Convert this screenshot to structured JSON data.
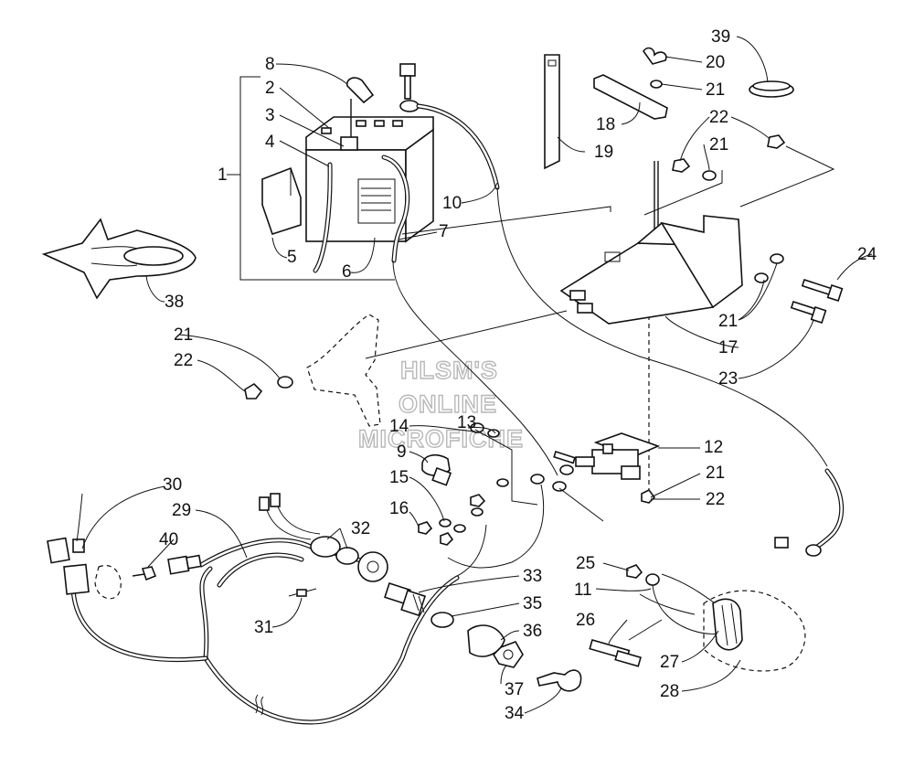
{
  "watermark": {
    "line1": "HLSM'S",
    "line2": "ONLINE",
    "line3": "MICROFICHE"
  },
  "callouts": {
    "c1": "1",
    "c2": "2",
    "c3": "3",
    "c4": "4",
    "c5": "5",
    "c6": "6",
    "c7": "7",
    "c8": "8",
    "c9": "9",
    "c10": "10",
    "c11": "11",
    "c12": "12",
    "c13": "13",
    "c14": "14",
    "c15": "15",
    "c16": "16",
    "c17": "17",
    "c18": "18",
    "c19": "19",
    "c20": "20",
    "c21a": "21",
    "c21b": "21",
    "c21c": "21",
    "c21d": "21",
    "c21e": "21",
    "c22a": "22",
    "c22b": "22",
    "c22c": "22",
    "c23": "23",
    "c24": "24",
    "c25": "25",
    "c26": "26",
    "c27": "27",
    "c28": "28",
    "c29": "29",
    "c30": "30",
    "c31": "31",
    "c32": "32",
    "c33": "33",
    "c34": "34",
    "c35": "35",
    "c36": "36",
    "c37": "37",
    "c38": "38",
    "c39": "39",
    "c40": "40"
  }
}
